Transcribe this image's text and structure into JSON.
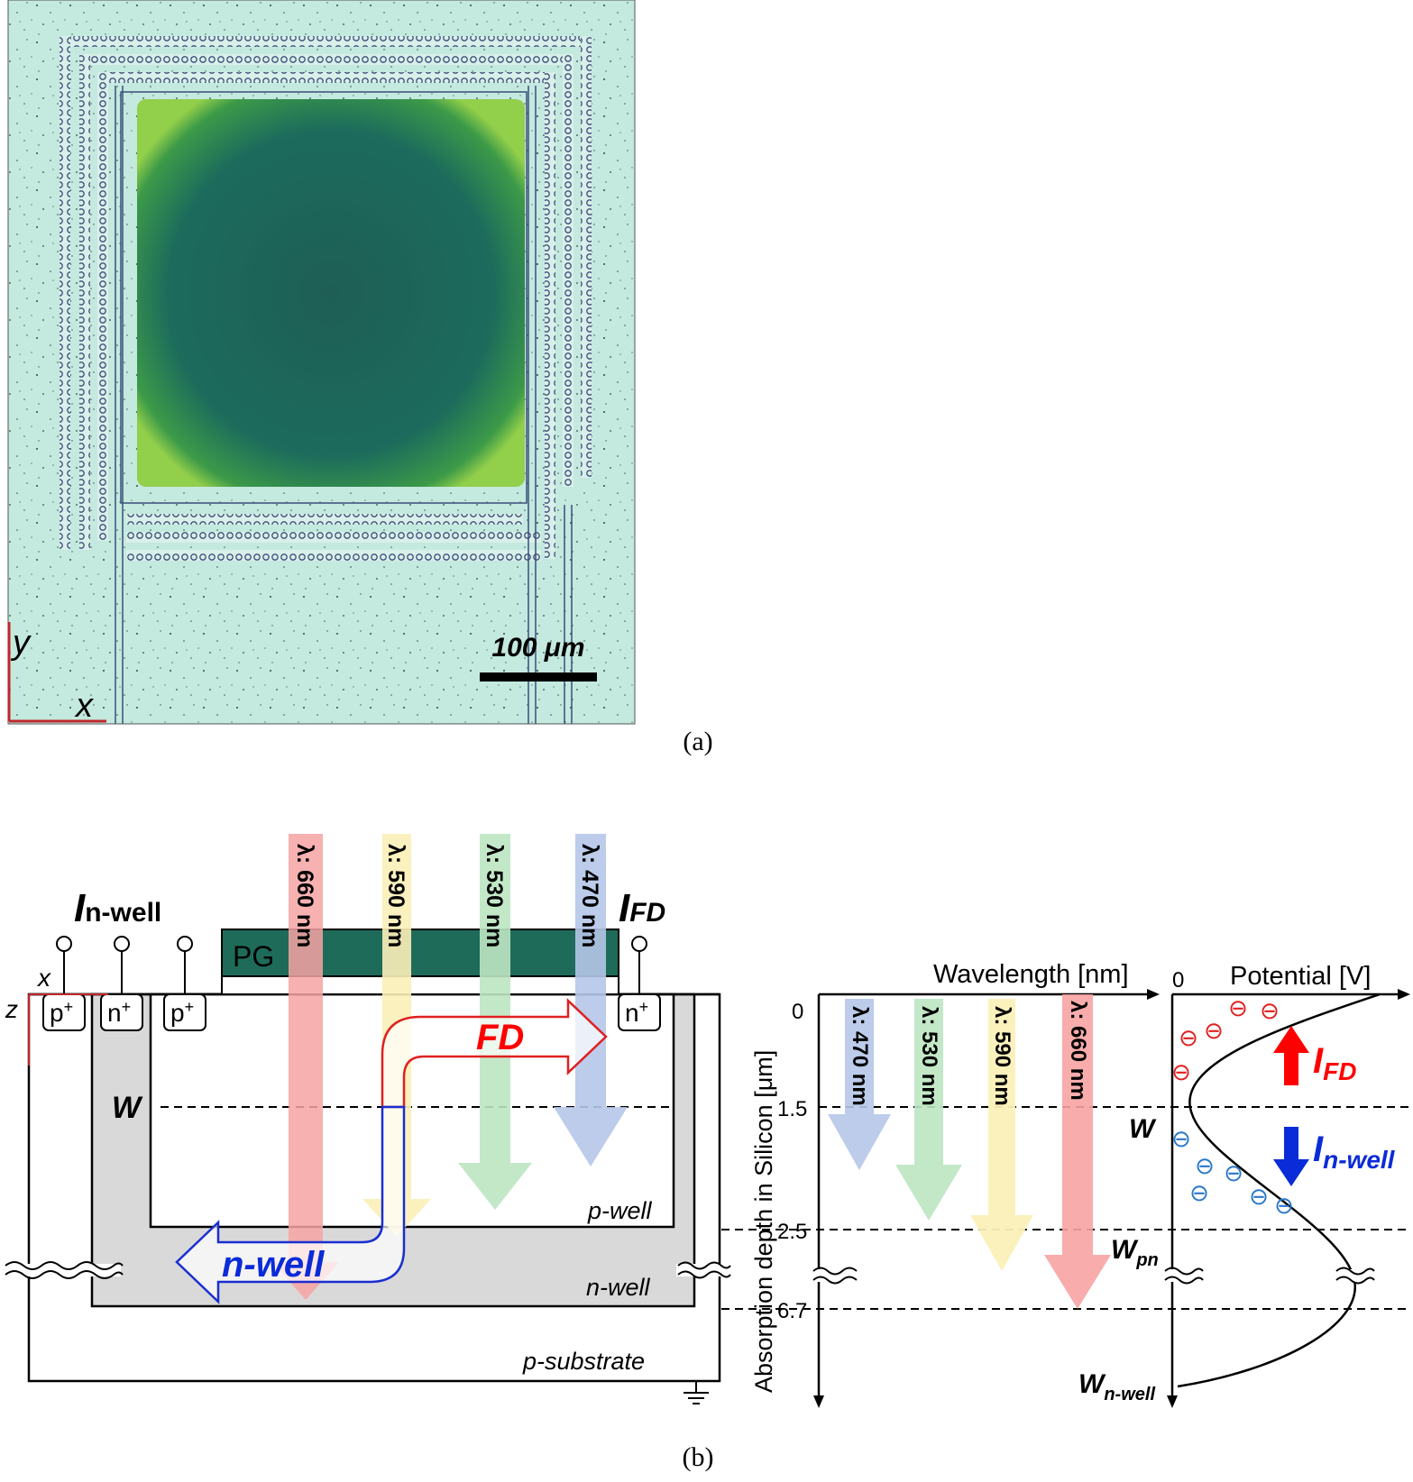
{
  "panel_a": {
    "caption": "(a)",
    "scale_bar": "100 μm",
    "axis_x": "x",
    "axis_y": "y",
    "colors": {
      "background": "#bfe6dc",
      "pad": "#166a58",
      "pad_rim": "#7fc64a",
      "axis": "#c0262c"
    }
  },
  "panel_b": {
    "caption": "(b)",
    "cross_section": {
      "i_nwell": {
        "main": "I",
        "sub": "n-well"
      },
      "i_fd": {
        "main": "I",
        "sub": "FD"
      },
      "pg_label": "PG",
      "axis_x": "x",
      "axis_z": "z",
      "contacts": [
        {
          "base": "p",
          "sup": "+"
        },
        {
          "base": "n",
          "sup": "+"
        },
        {
          "base": "p",
          "sup": "+"
        },
        {
          "base": "n",
          "sup": "+"
        }
      ],
      "w_label": "W",
      "fd_label": "FD",
      "nwell_flow_label": "n-well",
      "region_pwell": "p-well",
      "region_nwell": "n-well",
      "region_psub": "p-substrate",
      "light_arrows": [
        {
          "label": "λ: 660 nm",
          "color": "#f7a3a3"
        },
        {
          "label": "λ: 590 nm",
          "color": "#fbf0b8"
        },
        {
          "label": "λ: 530 nm",
          "color": "#bde6c2"
        },
        {
          "label": "λ: 470 nm",
          "color": "#b5c7e8"
        }
      ]
    },
    "depth_plot": {
      "x_axis_label": "Wavelength [nm]",
      "y_axis_label": "Absorption depth in Silicon [μm]",
      "depth_ticks": [
        "0",
        "1.5",
        "2.5",
        "6.7"
      ],
      "arrows": [
        {
          "label": "λ: 470 nm",
          "depth_um": 2.3,
          "color": "#b5c7e8"
        },
        {
          "label": "λ: 530 nm",
          "depth_um": 2.8,
          "color": "#bde6c2"
        },
        {
          "label": "λ: 590 nm",
          "depth_um": 3.5,
          "color": "#fbf0b8"
        },
        {
          "label": "λ: 660 nm",
          "depth_um": 6.7,
          "color": "#f7a3a3"
        }
      ]
    },
    "potential_plot": {
      "axis_label": "Potential [V]",
      "origin_label": "0",
      "w_label": "W",
      "wpn": {
        "main": "W",
        "sub": "pn"
      },
      "wnwell": {
        "main": "W",
        "sub": "n-well"
      },
      "i_fd": {
        "main": "I",
        "sub": "FD"
      },
      "i_nwell": {
        "main": "I",
        "sub": "n-well"
      },
      "electron_symbol": "⊖",
      "colors": {
        "fd": "#ff0000",
        "nwell": "#0a2bd8",
        "electron_red": "#e02020",
        "electron_blue": "#2a78c8"
      }
    }
  }
}
